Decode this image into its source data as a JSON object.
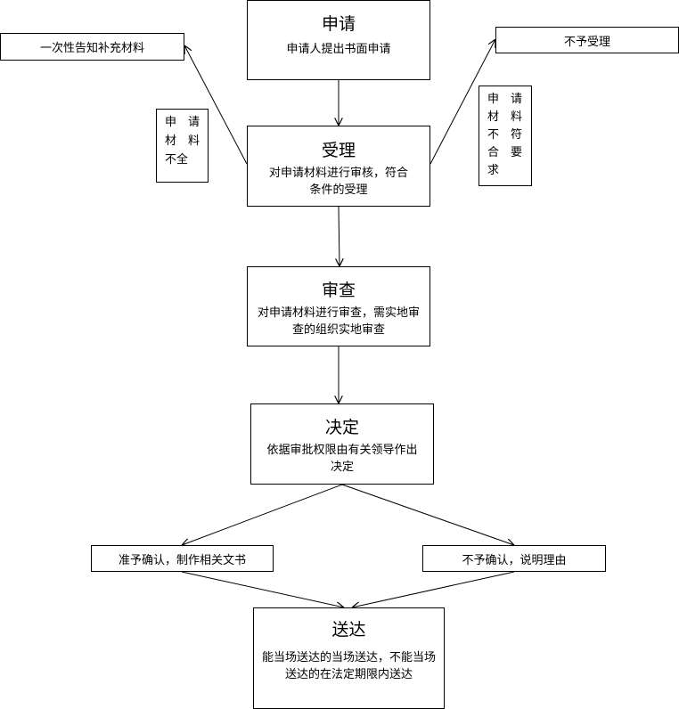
{
  "stages": {
    "apply": {
      "title": "申请",
      "desc": "申请人提出书面申请"
    },
    "accept": {
      "title": "受理",
      "desc": "对申请材料进行审核，符合条件的受理"
    },
    "review": {
      "title": "审查",
      "desc": "对申请材料进行审查，需实地审查的组织实地审查"
    },
    "decide": {
      "title": "决定",
      "desc": "依据审批权限由有关领导作出决定"
    },
    "deliver": {
      "title": "送达",
      "desc": "能当场送达的当场送达，不能当场送达的在法定期限内送达"
    }
  },
  "side_boxes": {
    "supplement": "一次性告知补充材料",
    "reject": "不予受理",
    "approve": "准予确认，制作相关文书",
    "deny": "不予确认，说明理由"
  },
  "conditions": {
    "incomplete": [
      "申",
      "请",
      "材",
      "料",
      "不全"
    ],
    "noncompliant": [
      "申",
      "请",
      "材",
      "料",
      "不",
      "符",
      "合",
      "要",
      "求"
    ]
  }
}
